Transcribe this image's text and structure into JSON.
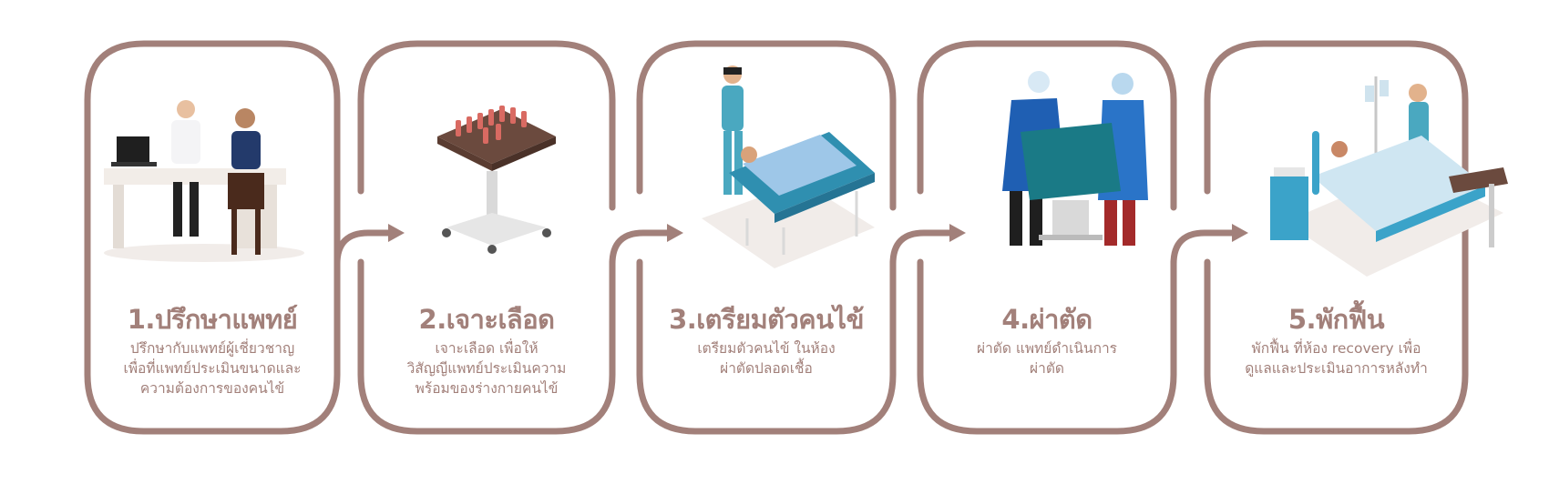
{
  "colors": {
    "frame": "#a2807a",
    "text": "#a2807a",
    "teal": "#2a8fb0",
    "brown": "#6b4a3e"
  },
  "steps": [
    {
      "title": "1.ปรึกษาแพทย์",
      "desc": [
        "ปรึกษากับแพทย์ผู้เชี่ยวชาญ",
        "เพื่อที่แพทย์ประเมินขนาดและ",
        "ความต้องการของคนไข้"
      ],
      "icon": "doctor-consultation-icon"
    },
    {
      "title": "2.เจาะเลือด",
      "desc": [
        "เจาะเลือด เพื่อให้",
        "วิสัญญีแพทย์ประเมินความ",
        "พร้อมของร่างกายคนไข้"
      ],
      "icon": "blood-sample-tray-icon"
    },
    {
      "title": "3.เตรียมตัวคนไข้",
      "desc": [
        "เตรียมตัวคนไข้ ในห้อง",
        "ผ่าตัดปลอดเชื้อ"
      ],
      "icon": "patient-stretcher-icon"
    },
    {
      "title": "4.ผ่าตัด",
      "desc": [
        "ผ่าตัด แพทย์ดำเนินการ",
        "ผ่าตัด"
      ],
      "icon": "surgery-icon"
    },
    {
      "title": "5.พักฟื้น",
      "desc": [
        "พักฟื้น ที่ห้อง recovery เพื่อ",
        "ดูแลและประเมินอาการหลังทำ"
      ],
      "icon": "recovery-bed-icon"
    }
  ]
}
